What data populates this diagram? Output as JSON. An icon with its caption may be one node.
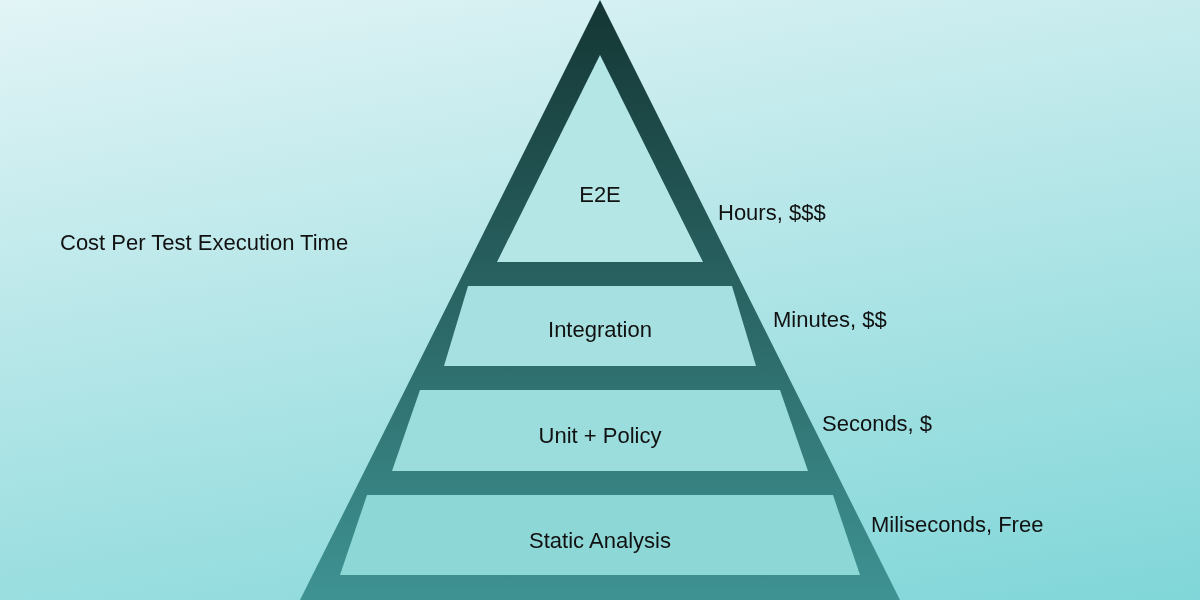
{
  "diagram": {
    "nodes": [
      {
        "text": [
          "E2E"
        ],
        "beside": [
          "Hours, $$$"
        ]
      },
      {
        "text": [
          "Integration"
        ],
        "beside": [
          "Minutes, $$"
        ]
      },
      {
        "text": [
          "Unit + Policy"
        ],
        "beside": [
          "Seconds, $"
        ]
      },
      {
        "text": [
          "Static Analysis"
        ],
        "beside": [
          "Miliseconds, Free"
        ]
      }
    ],
    "edges": [],
    "labels": [
      "Cost Per Test Execution Time"
    ]
  }
}
